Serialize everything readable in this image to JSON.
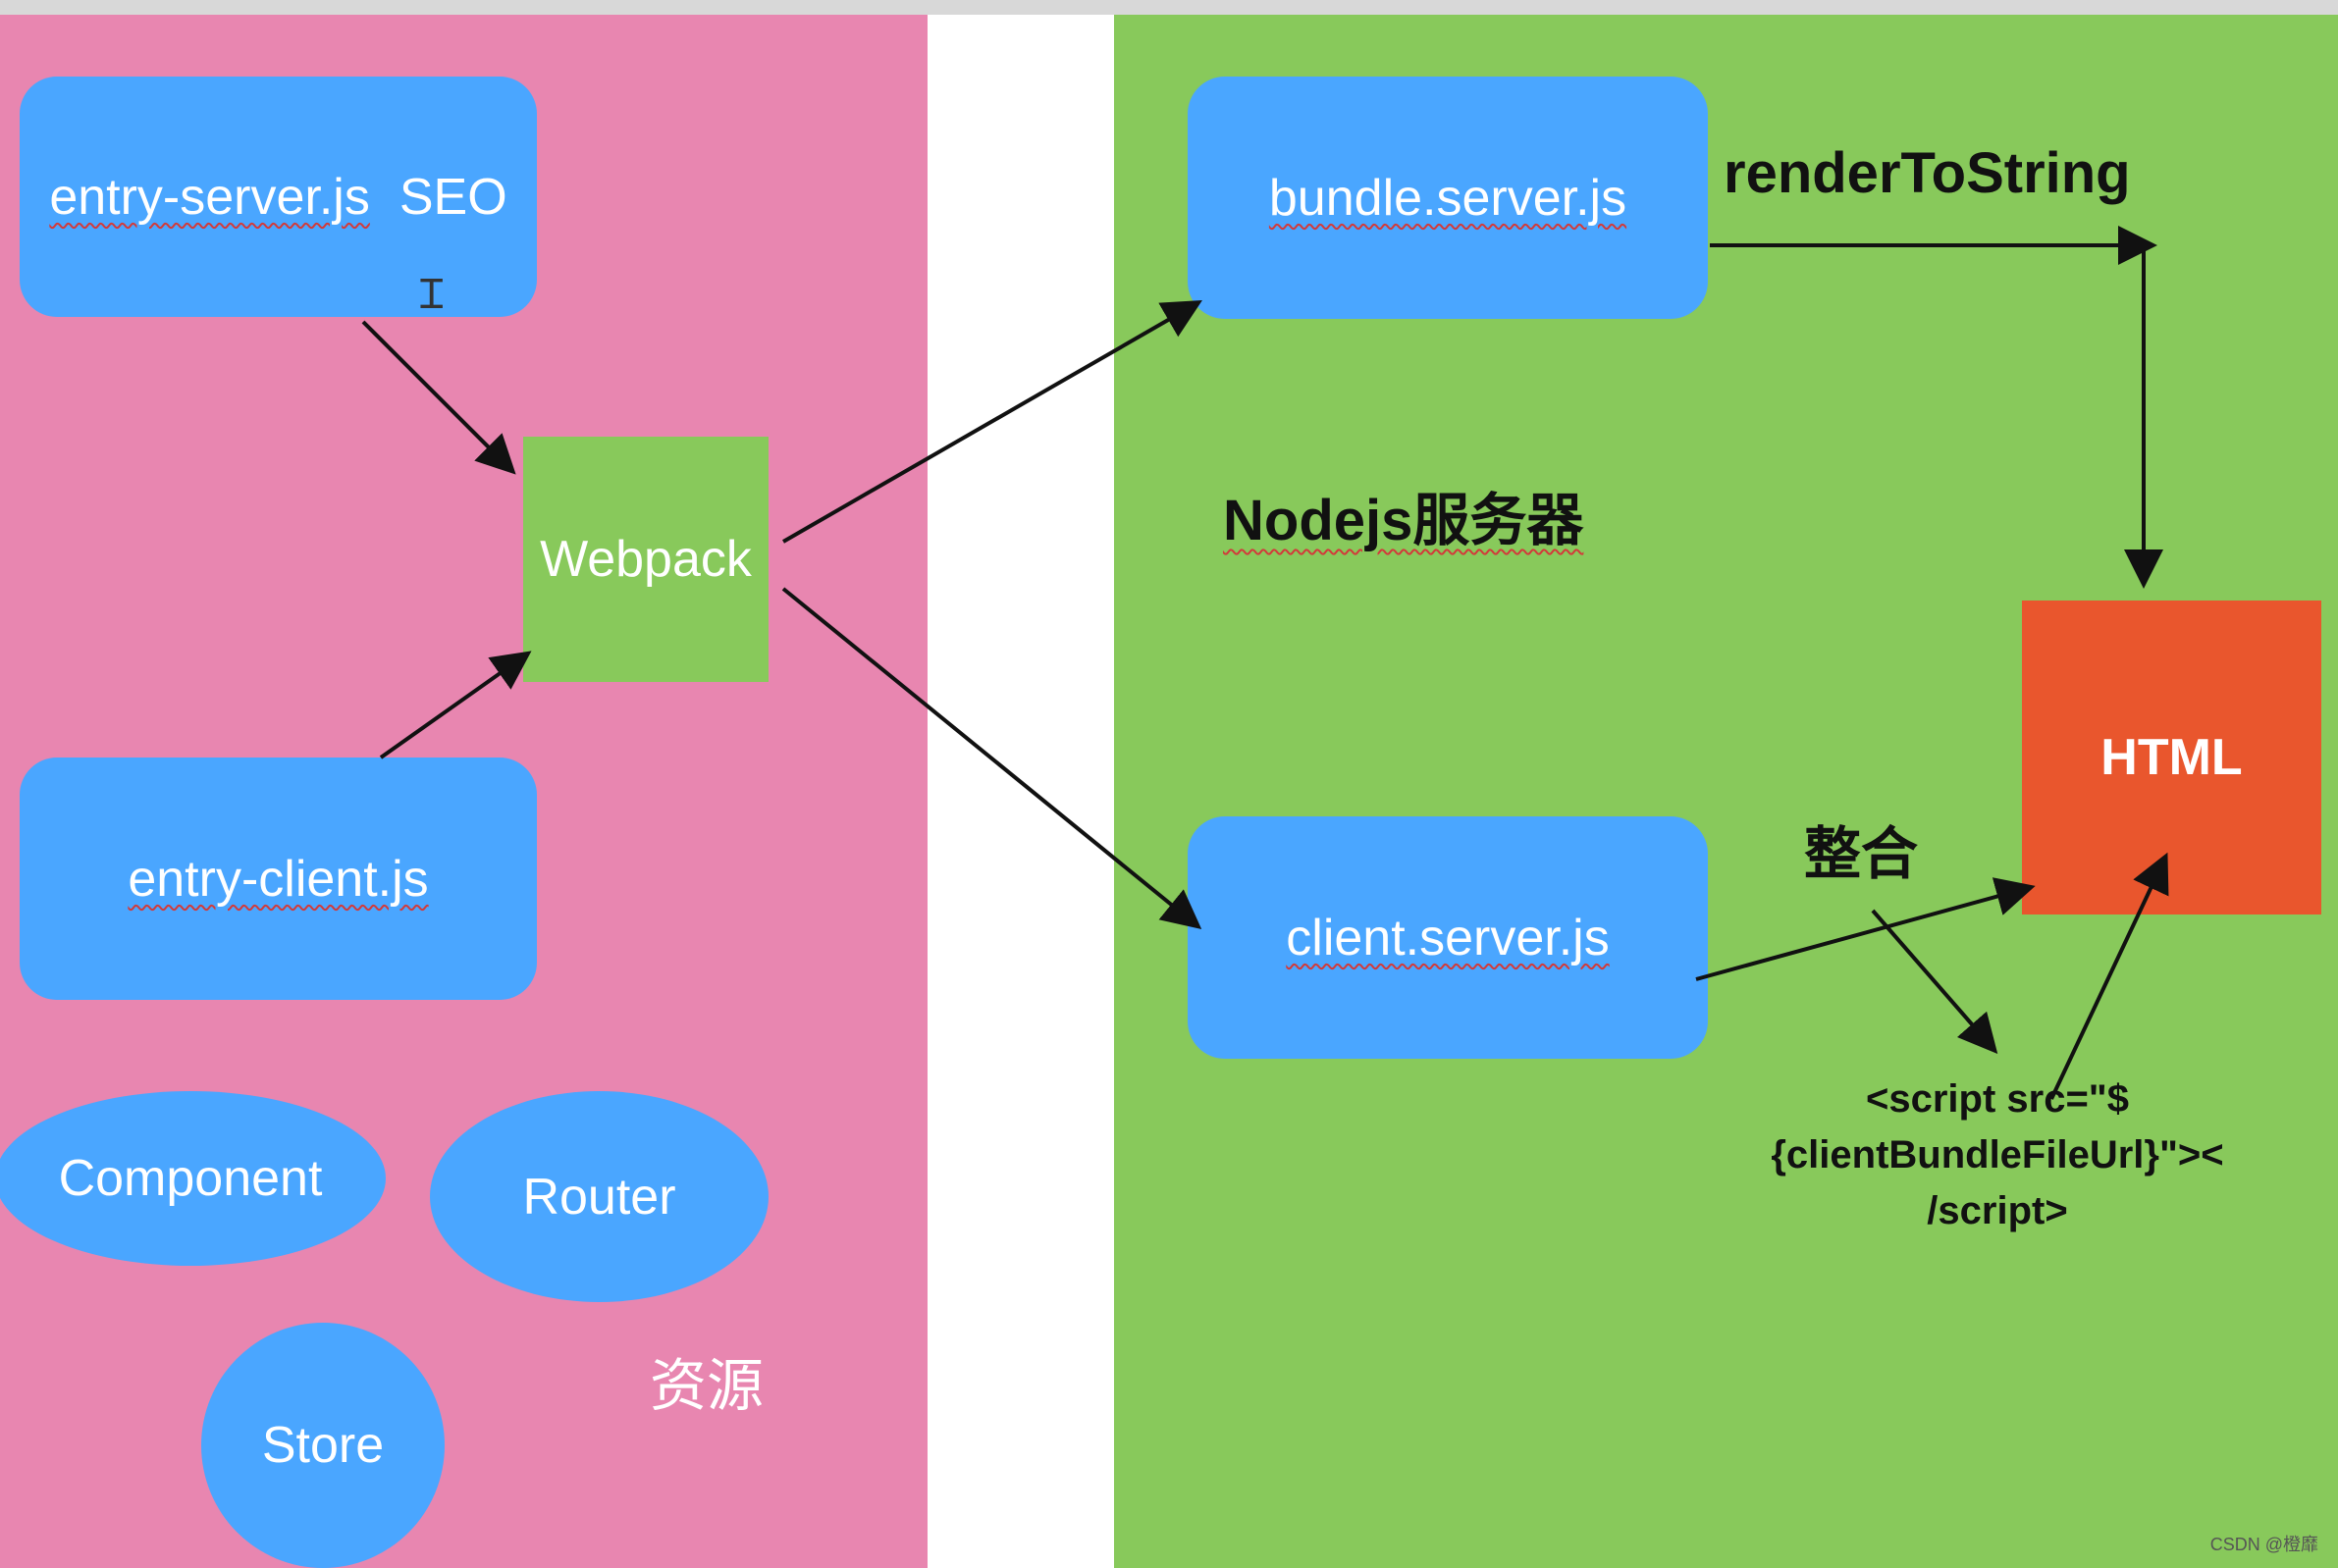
{
  "nodes": {
    "entry_server_name": "entry-server.js",
    "entry_server_tag": "SEO",
    "entry_client": "entry-client.js",
    "webpack": "Webpack",
    "component": "Component",
    "router": "Router",
    "store": "Store",
    "bundle_server": "bundle.server.js",
    "client_server": "client.server.js",
    "html": "HTML"
  },
  "labels": {
    "render_to_string": "renderToString",
    "nodejs_server": "Nodejs服务器",
    "merge": "整合",
    "resources": "资源"
  },
  "script_tag": {
    "line1": "<script src=\"$",
    "line2": "{clientBundleFileUrl}\"><",
    "line3": "/script>"
  },
  "watermark": "CSDN @橙靡",
  "colors": {
    "left_panel": "#e886b0",
    "right_panel": "#88c95b",
    "node_blue": "#4aa6ff",
    "html_orange": "#e9562d"
  }
}
